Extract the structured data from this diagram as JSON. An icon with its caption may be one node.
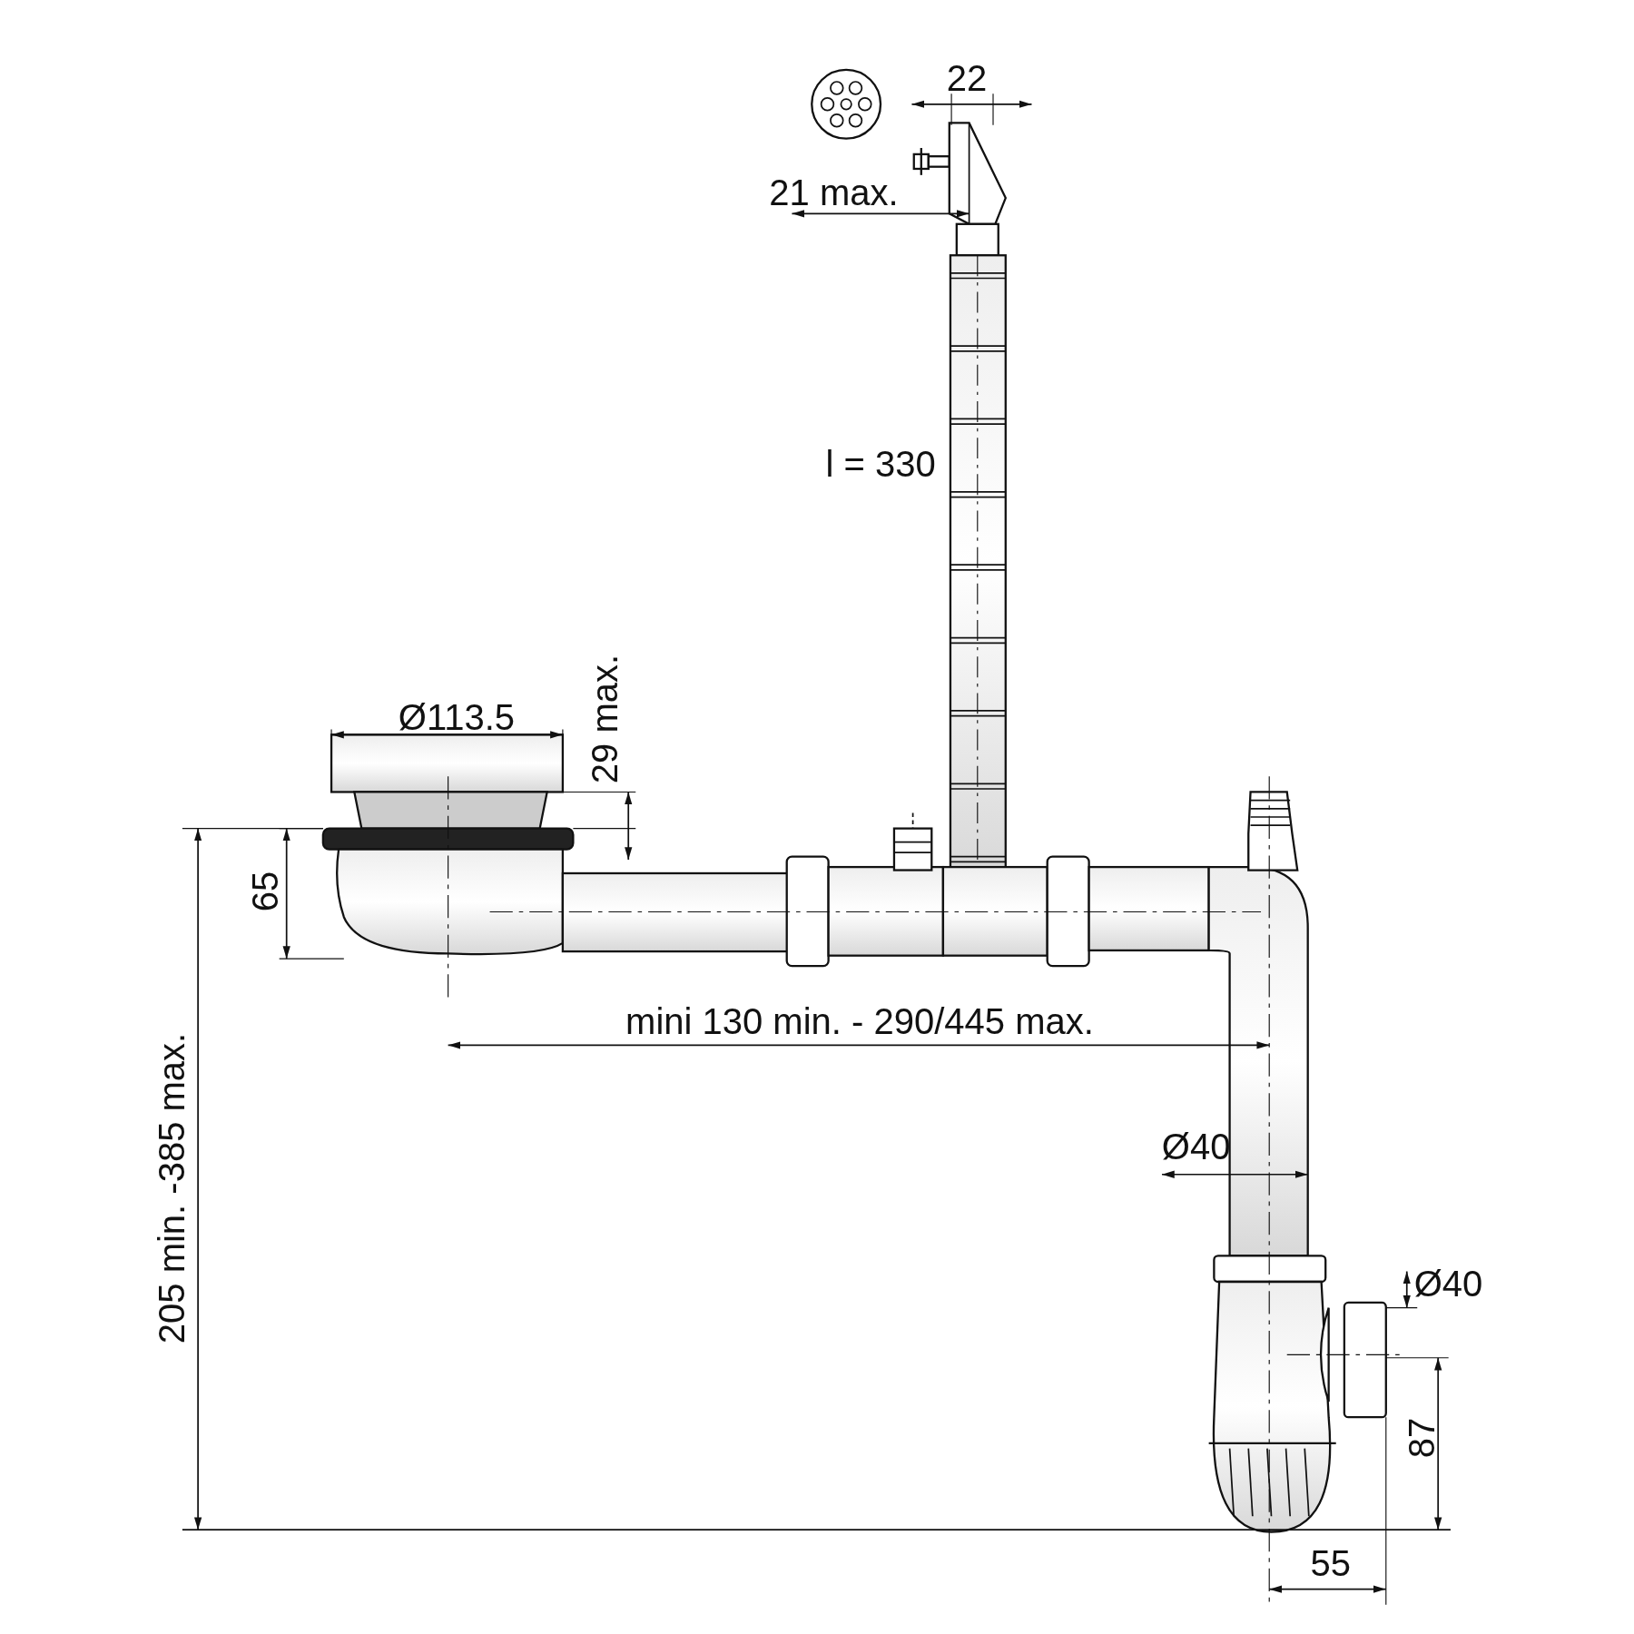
{
  "diagram": {
    "labels": [
      "22",
      "21 max.",
      "l = 330",
      "Ø113.5",
      "29 max.",
      "65",
      "mini 130 min. - 290/445 max.",
      "205 min. -385 max.",
      "Ø40",
      "Ø40",
      "87",
      "55"
    ]
  }
}
